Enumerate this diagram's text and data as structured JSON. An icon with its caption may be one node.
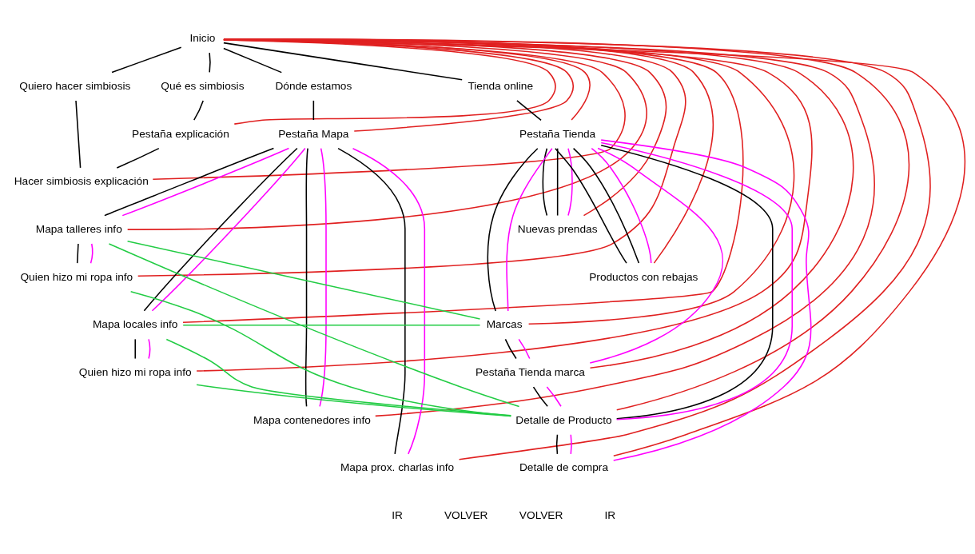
{
  "diagram": {
    "nodes": [
      {
        "text": [
          "Inicio"
        ]
      },
      {
        "text": [
          "Qué es simbiosis"
        ]
      },
      {
        "text": [
          "Dónde estamos"
        ]
      },
      {
        "text": [
          "Tienda online"
        ]
      },
      {
        "text": [
          "Quiero hacer simbiosis"
        ]
      },
      {
        "text": [
          "Pestaña explicación"
        ]
      },
      {
        "text": [
          "Pestaña Mapa"
        ]
      },
      {
        "text": [
          "Pestaña Tienda"
        ]
      },
      {
        "text": [
          "Hacer simbiosis explicación"
        ]
      },
      {
        "text": [
          "Mapa talleres info"
        ]
      },
      {
        "text": [
          "Nuevas prendas"
        ]
      },
      {
        "text": [
          "Quien hizo mi ropa info"
        ]
      },
      {
        "text": [
          "Productos con rebajas"
        ]
      },
      {
        "text": [
          "Mapa locales info"
        ]
      },
      {
        "text": [
          "Marcas"
        ]
      },
      {
        "text": [
          "Quien hizo mi ropa info"
        ]
      },
      {
        "text": [
          "Pestaña Tienda marca"
        ]
      },
      {
        "text": [
          "Mapa contenedores info"
        ]
      },
      {
        "text": [
          "Detalle de Producto"
        ]
      },
      {
        "text": [
          "Mapa prox. charlas info"
        ]
      },
      {
        "text": [
          "Detalle de compra"
        ]
      }
    ],
    "edges": [
      {
        "from": 0,
        "to": 1,
        "arrow": "none"
      },
      {
        "from": 0,
        "to": 2,
        "arrow": "none"
      },
      {
        "from": 0,
        "to": 3,
        "arrow": "none"
      },
      {
        "from": 0,
        "to": 4,
        "arrow": "none"
      },
      {
        "from": 1,
        "to": 5,
        "arrow": "none"
      },
      {
        "from": 2,
        "to": 6,
        "arrow": "none"
      },
      {
        "from": 3,
        "to": 7,
        "arrow": "none"
      },
      {
        "from": 5,
        "to": 8,
        "arrow": "none"
      },
      {
        "from": 4,
        "to": 8,
        "arrow": "none"
      },
      {
        "from": 6,
        "to": 9,
        "arrow": "none"
      },
      {
        "from": 6,
        "to": 13,
        "arrow": "none"
      },
      {
        "from": 6,
        "to": 17,
        "arrow": "none"
      },
      {
        "from": 6,
        "to": 19,
        "arrow": "none"
      },
      {
        "from": 9,
        "to": 11,
        "arrow": "none"
      },
      {
        "from": 13,
        "to": 15,
        "arrow": "none"
      },
      {
        "from": 7,
        "to": 10,
        "arrow": "none"
      },
      {
        "from": 7,
        "to": 12,
        "arrow": "none"
      },
      {
        "from": 7,
        "to": 14,
        "arrow": "none"
      },
      {
        "from": 7,
        "to": 10,
        "arrow": "none"
      },
      {
        "from": 7,
        "to": 12,
        "arrow": "none"
      },
      {
        "from": 7,
        "to": 18,
        "arrow": "none"
      },
      {
        "from": 14,
        "to": 16,
        "arrow": "none"
      },
      {
        "from": 16,
        "to": 18,
        "arrow": "none"
      },
      {
        "from": 18,
        "to": 20,
        "arrow": "none"
      },
      {
        "from": 6,
        "to": 9,
        "arrow": "none",
        "color": "#ff00ff"
      },
      {
        "from": 6,
        "to": 13,
        "arrow": "none",
        "color": "#ff00ff"
      },
      {
        "from": 6,
        "to": 17,
        "arrow": "none",
        "color": "#ff00ff"
      },
      {
        "from": 6,
        "to": 19,
        "arrow": "none",
        "color": "#ff00ff"
      },
      {
        "from": 9,
        "to": 11,
        "arrow": "none",
        "color": "#ff00ff"
      },
      {
        "from": 13,
        "to": 15,
        "arrow": "none",
        "color": "#ff00ff"
      },
      {
        "from": 7,
        "to": 10,
        "arrow": "none",
        "color": "#ff00ff"
      },
      {
        "from": 7,
        "to": 12,
        "arrow": "none",
        "color": "#ff00ff"
      },
      {
        "from": 7,
        "to": 14,
        "arrow": "none",
        "color": "#ff00ff"
      },
      {
        "from": 7,
        "to": 16,
        "arrow": "none",
        "color": "#ff00ff"
      },
      {
        "from": 7,
        "to": 18,
        "arrow": "none",
        "color": "#ff00ff"
      },
      {
        "from": 7,
        "to": 20,
        "arrow": "none",
        "color": "#ff00ff"
      },
      {
        "from": 14,
        "to": 16,
        "arrow": "none",
        "color": "#ff00ff"
      },
      {
        "from": 16,
        "to": 18,
        "arrow": "none",
        "color": "#ff00ff"
      },
      {
        "from": 18,
        "to": 20,
        "arrow": "none",
        "color": "#ff00ff"
      },
      {
        "from": 0,
        "to": 5,
        "arrow": "none",
        "color": "#e02020"
      },
      {
        "from": 0,
        "to": 8,
        "arrow": "none",
        "color": "#e02020"
      },
      {
        "from": 0,
        "to": 6,
        "arrow": "none",
        "color": "#e02020"
      },
      {
        "from": 0,
        "to": 7,
        "arrow": "none",
        "color": "#e02020"
      },
      {
        "from": 0,
        "to": 9,
        "arrow": "none",
        "color": "#e02020"
      },
      {
        "from": 0,
        "to": 10,
        "arrow": "none",
        "color": "#e02020"
      },
      {
        "from": 0,
        "to": 11,
        "arrow": "none",
        "color": "#e02020"
      },
      {
        "from": 0,
        "to": 12,
        "arrow": "none",
        "color": "#e02020"
      },
      {
        "from": 0,
        "to": 13,
        "arrow": "none",
        "color": "#e02020"
      },
      {
        "from": 0,
        "to": 14,
        "arrow": "none",
        "color": "#e02020"
      },
      {
        "from": 0,
        "to": 15,
        "arrow": "none",
        "color": "#e02020"
      },
      {
        "from": 0,
        "to": 16,
        "arrow": "none",
        "color": "#e02020"
      },
      {
        "from": 0,
        "to": 17,
        "arrow": "none",
        "color": "#e02020"
      },
      {
        "from": 0,
        "to": 18,
        "arrow": "none",
        "color": "#e02020"
      },
      {
        "from": 0,
        "to": 19,
        "arrow": "none",
        "color": "#e02020"
      },
      {
        "from": 0,
        "to": 20,
        "arrow": "none",
        "color": "#e02020"
      },
      {
        "from": 9,
        "to": 14,
        "arrow": "none",
        "color": "#22cc44"
      },
      {
        "from": 13,
        "to": 14,
        "arrow": "none",
        "color": "#22cc44"
      },
      {
        "from": 9,
        "to": 18,
        "arrow": "none",
        "color": "#22cc44"
      },
      {
        "from": 11,
        "to": 18,
        "arrow": "none",
        "color": "#22cc44"
      },
      {
        "from": 13,
        "to": 18,
        "arrow": "none",
        "color": "#22cc44"
      },
      {
        "from": 15,
        "to": 18,
        "arrow": "none",
        "color": "#22cc44"
      }
    ],
    "legend": [
      {
        "text": "IR"
      },
      {
        "text": "VOLVER"
      },
      {
        "text": "VOLVER"
      },
      {
        "text": "IR"
      }
    ]
  }
}
